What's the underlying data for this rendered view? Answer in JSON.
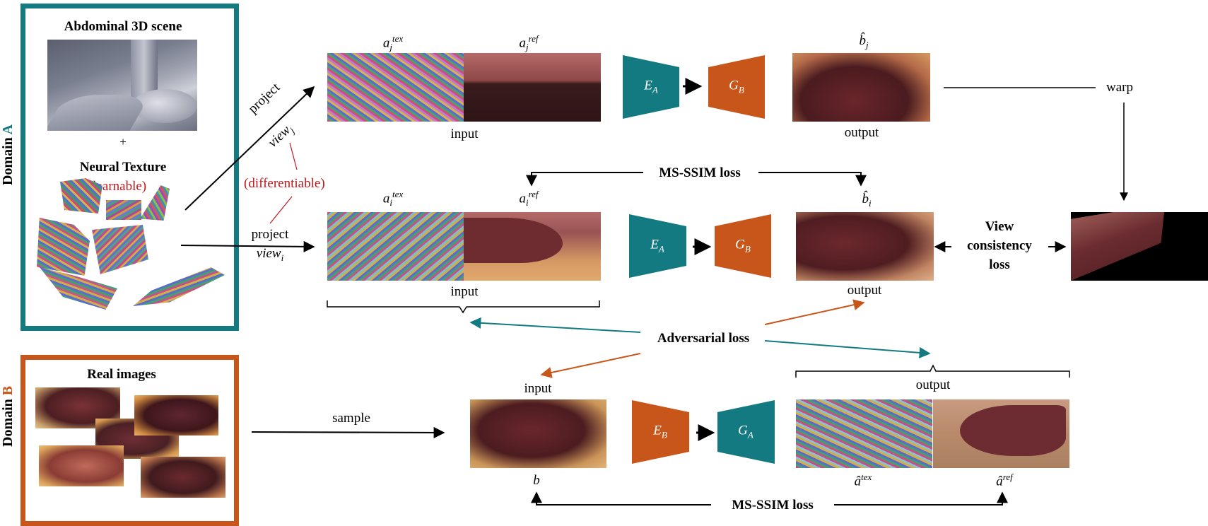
{
  "colors": {
    "domain_a": "#127a80",
    "domain_b": "#c8561a",
    "red": "#c0181b"
  },
  "domain_a": {
    "label_prefix": "Domain ",
    "label_letter": "A",
    "scene_title": "Abdominal 3D scene",
    "plus": "+",
    "texture_title": "Neural Texture",
    "texture_sub": "(learnable)"
  },
  "domain_b": {
    "label_prefix": "Domain ",
    "label_letter": "B",
    "title": "Real images"
  },
  "projection": {
    "project_j": "project",
    "view_j": "view",
    "view_j_sub": "j",
    "differentiable": "(differentiable)",
    "project_i": "project",
    "view_i": "view",
    "view_i_sub": "i"
  },
  "row1": {
    "a_tex": "a",
    "a_tex_sub": "j",
    "a_tex_sup": "tex",
    "a_ref": "a",
    "a_ref_sub": "j",
    "a_ref_sup": "ref",
    "input": "input",
    "enc": "E",
    "enc_sub": "A",
    "gen": "G",
    "gen_sub": "B",
    "b_hat": "b̂",
    "b_hat_sub": "j",
    "output": "output",
    "warp": "warp"
  },
  "msssim_top": "MS-SSIM loss",
  "row2": {
    "a_tex": "a",
    "a_tex_sub": "i",
    "a_tex_sup": "tex",
    "a_ref": "a",
    "a_ref_sub": "i",
    "a_ref_sup": "ref",
    "input": "input",
    "enc": "E",
    "enc_sub": "A",
    "gen": "G",
    "gen_sub": "B",
    "b_hat": "b̂",
    "b_hat_sub": "i",
    "output": "output",
    "view_loss_1": "View",
    "view_loss_2": "consistency",
    "view_loss_3": "loss"
  },
  "adversarial": "Adversarial loss",
  "row3": {
    "sample": "sample",
    "input": "input",
    "b": "b",
    "enc": "E",
    "enc_sub": "B",
    "gen": "G",
    "gen_sub": "A",
    "output": "output",
    "a_hat_tex": "â",
    "a_hat_tex_sup": "tex",
    "a_hat_ref": "â",
    "a_hat_ref_sup": "ref"
  },
  "msssim_bottom": "MS-SSIM loss"
}
